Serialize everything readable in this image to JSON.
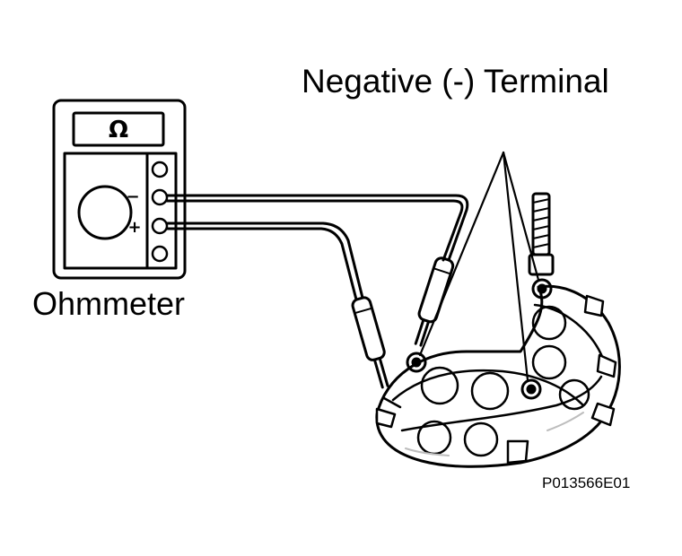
{
  "diagram": {
    "title": "Negative (-) Terminal",
    "meter_label": "Ohmmeter",
    "meter_display": "Ω",
    "meter_minus": "−",
    "meter_plus": "+",
    "figure_code": "P013566E01"
  },
  "colors": {
    "ink": "#000000",
    "paper": "#ffffff",
    "shade": "#bdbdbd"
  }
}
